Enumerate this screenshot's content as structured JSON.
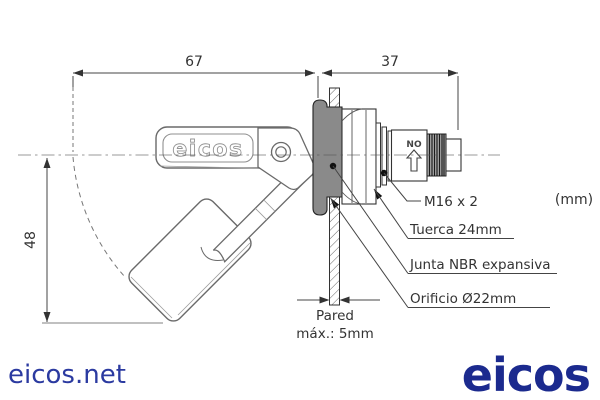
{
  "unit_note": "(mm)",
  "dimensions": {
    "float_side_width": "67",
    "connector_side_width": "37",
    "float_drop_height": "48"
  },
  "component_labels": {
    "thread": "M16 x 2",
    "nut": "Tuerca 24mm",
    "seal": "Junta NBR expansiva",
    "hole": "Orificio Ø22mm",
    "wall_line1": "Pared",
    "wall_line2": "máx.: 5mm",
    "switch_state": "NO",
    "device_brand": "eicos"
  },
  "footer": {
    "website": "eicos.net",
    "logo_text": "eicos"
  },
  "colors": {
    "brand_blue": "#1b2a8e",
    "link_blue": "#2b3aa0",
    "seal_gray": "#8a8a8a",
    "line_dark": "#333333",
    "line_gray": "#6a6a6a"
  }
}
